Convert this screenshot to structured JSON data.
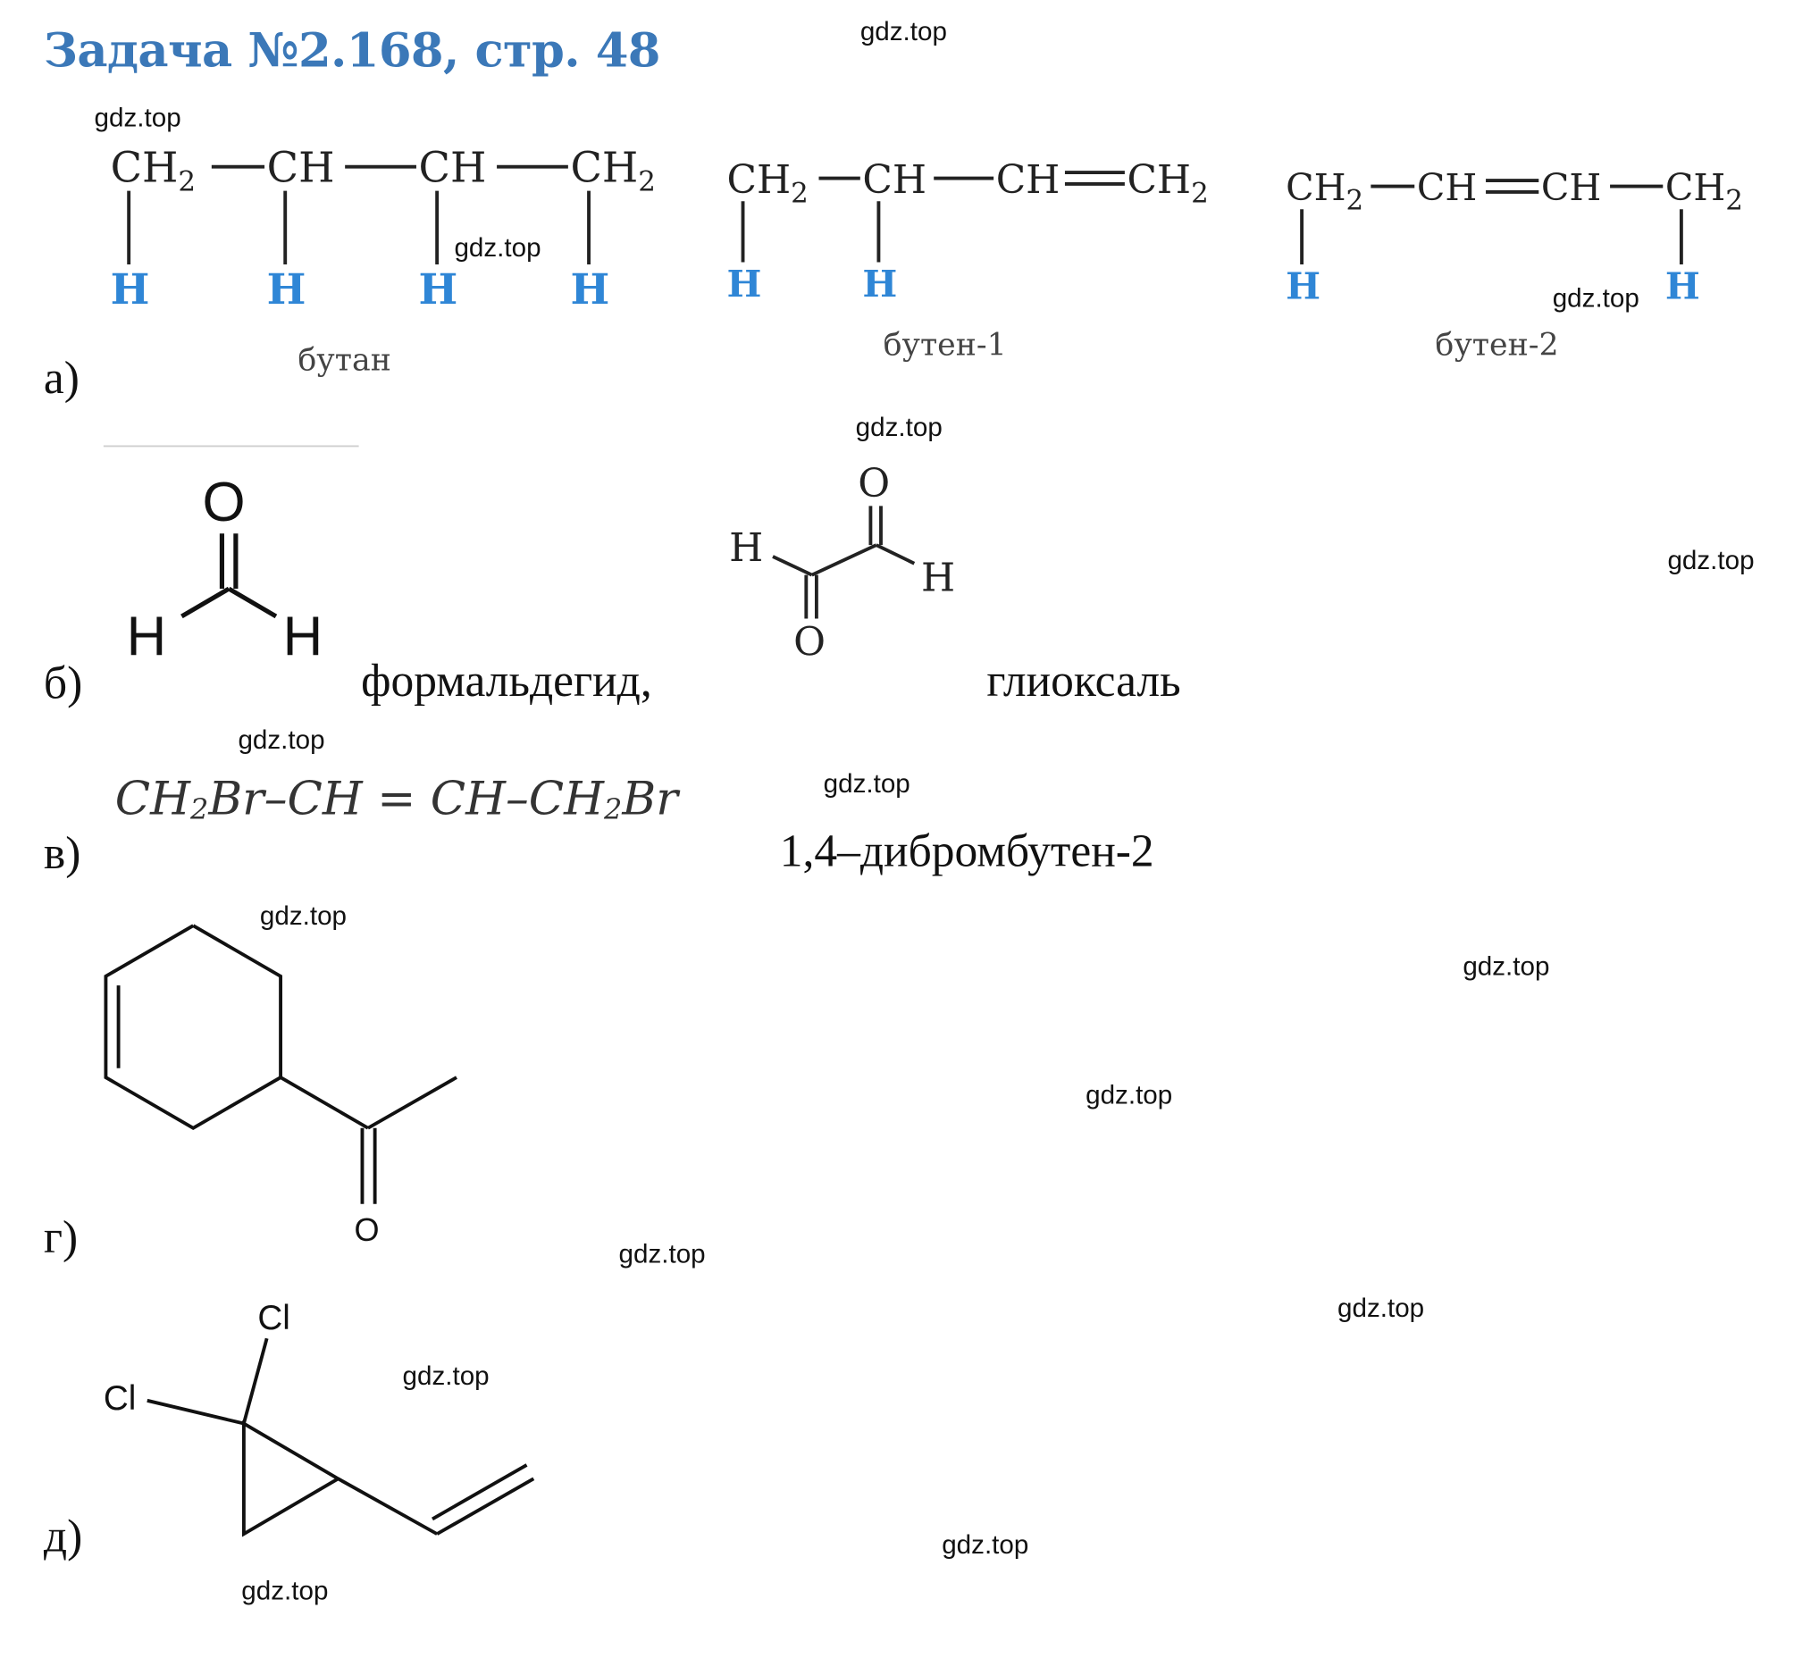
{
  "title": "Задача №2.168, стр. 48",
  "watermark": "gdz.top",
  "labels": {
    "a": "а)",
    "b": "б)",
    "v": "в)",
    "g": "г)",
    "d": "д)"
  },
  "section_a": {
    "butane": {
      "name": "бутан",
      "groups": [
        "CH",
        "CH",
        "CH",
        "CH"
      ],
      "h_atoms": [
        "H",
        "H",
        "H",
        "H"
      ]
    },
    "butene1": {
      "name": "бутен-1",
      "h_atoms": [
        "H",
        "H"
      ]
    },
    "butene2": {
      "name": "бутен-2",
      "h_atoms": [
        "H",
        "H"
      ]
    },
    "ch": "CH",
    "sub2": "2"
  },
  "section_b": {
    "formaldehyde_name": "формальдегид,",
    "glyoxal_name": "глиоксаль",
    "atoms": {
      "O": "O",
      "H": "H"
    }
  },
  "section_v": {
    "formula_parts": [
      "CH",
      "2",
      "Br–CH = CH–CH",
      "2",
      "Br"
    ],
    "name": "1,4–дибромбутен-2"
  },
  "section_g": {
    "atom_o": "O"
  },
  "section_d": {
    "atom_cl_1": "Cl",
    "atom_cl_2": "Cl"
  },
  "colors": {
    "title": "#3b78b8",
    "hydrogen": "#2f86d6",
    "text": "#111111"
  }
}
